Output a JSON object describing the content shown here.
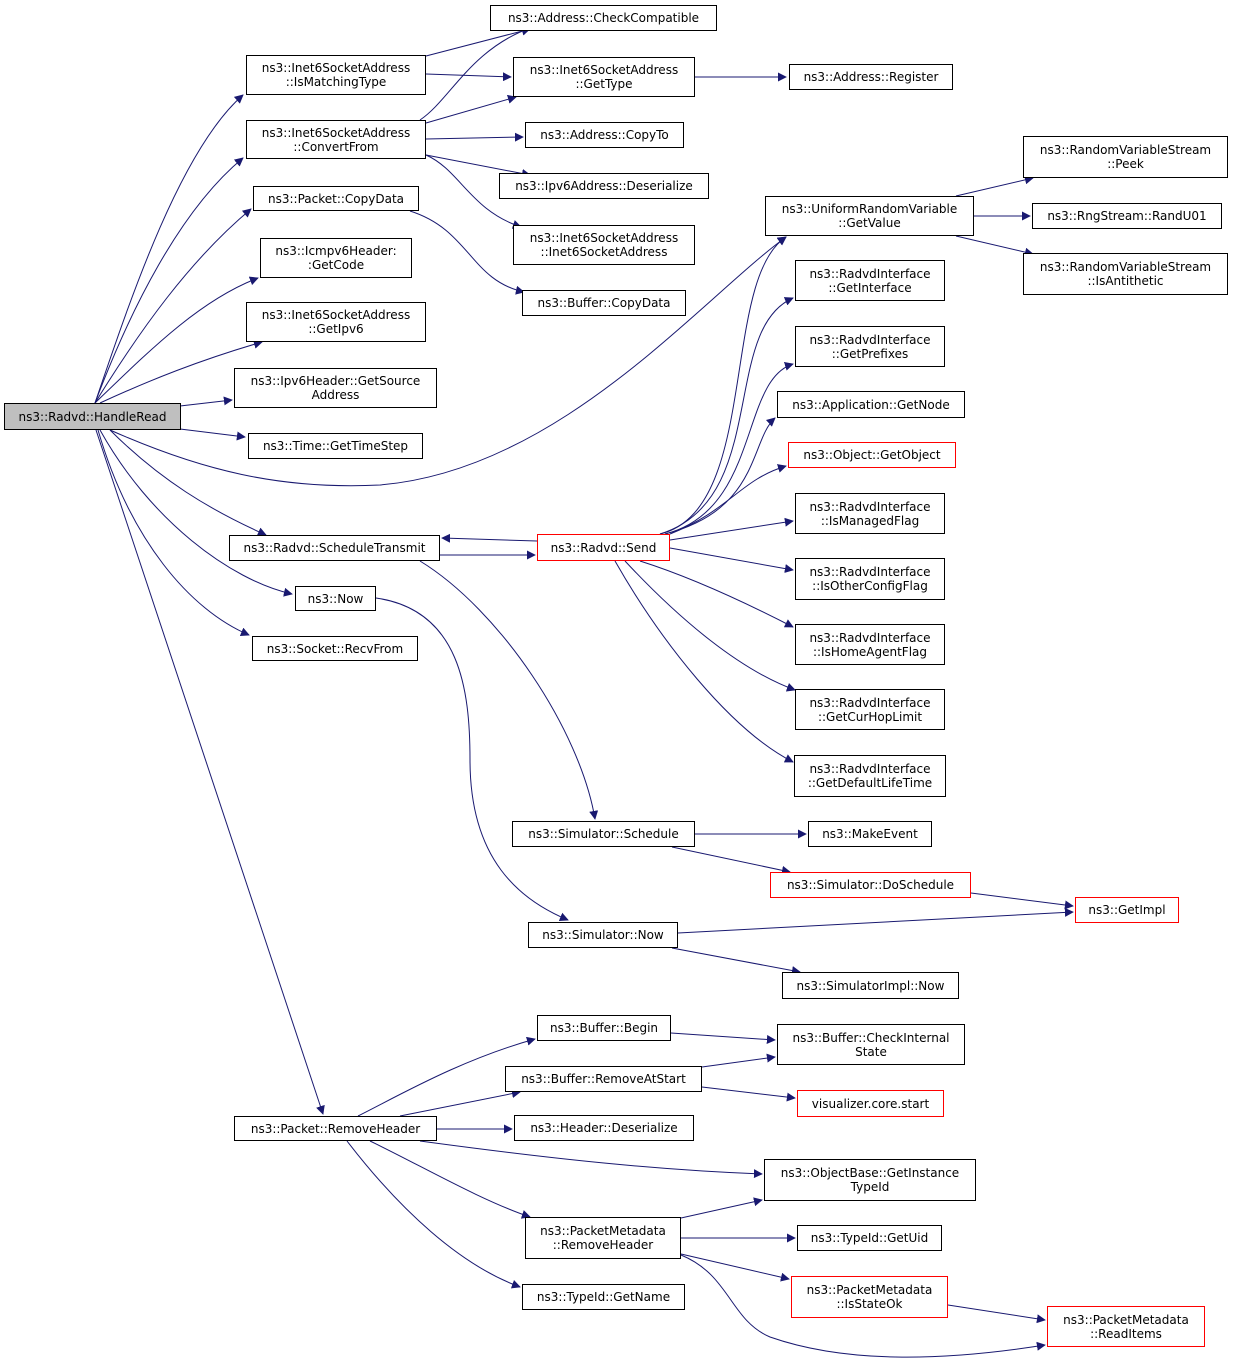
{
  "colors": {
    "edge": "#191970",
    "border": "#000000",
    "highlight_border": "#ff0000",
    "root_fill": "#bfbfbf"
  },
  "nodes": [
    {
      "id": "root",
      "lines": [
        "ns3::Radvd::HandleRead"
      ],
      "style": "root"
    },
    {
      "id": "inet_ismatch",
      "lines": [
        "ns3::Inet6SocketAddress",
        "::IsMatchingType"
      ],
      "style": "normal"
    },
    {
      "id": "inet_convert",
      "lines": [
        "ns3::Inet6SocketAddress",
        "::ConvertFrom"
      ],
      "style": "normal"
    },
    {
      "id": "pkt_copydata",
      "lines": [
        "ns3::Packet::CopyData"
      ],
      "style": "normal"
    },
    {
      "id": "icmp_getcode",
      "lines": [
        "ns3::Icmpv6Header:",
        ":GetCode"
      ],
      "style": "normal"
    },
    {
      "id": "inet_getipv6",
      "lines": [
        "ns3::Inet6SocketAddress",
        "::GetIpv6"
      ],
      "style": "normal"
    },
    {
      "id": "ipv6_getsource",
      "lines": [
        "ns3::Ipv6Header::GetSource",
        "Address"
      ],
      "style": "normal"
    },
    {
      "id": "time_step",
      "lines": [
        "ns3::Time::GetTimeStep"
      ],
      "style": "normal"
    },
    {
      "id": "sched_transmit",
      "lines": [
        "ns3::Radvd::ScheduleTransmit"
      ],
      "style": "normal"
    },
    {
      "id": "now",
      "lines": [
        "ns3::Now"
      ],
      "style": "normal"
    },
    {
      "id": "sock_recvfrom",
      "lines": [
        "ns3::Socket::RecvFrom"
      ],
      "style": "normal"
    },
    {
      "id": "pkt_removeheader",
      "lines": [
        "ns3::Packet::RemoveHeader"
      ],
      "style": "normal"
    },
    {
      "id": "addr_checkcompat",
      "lines": [
        "ns3::Address::CheckCompatible"
      ],
      "style": "normal"
    },
    {
      "id": "inet_gettype",
      "lines": [
        "ns3::Inet6SocketAddress",
        "::GetType"
      ],
      "style": "normal"
    },
    {
      "id": "addr_register",
      "lines": [
        "ns3::Address::Register"
      ],
      "style": "normal"
    },
    {
      "id": "addr_copyto",
      "lines": [
        "ns3::Address::CopyTo"
      ],
      "style": "normal"
    },
    {
      "id": "ipv6addr_deser",
      "lines": [
        "ns3::Ipv6Address::Deserialize"
      ],
      "style": "normal"
    },
    {
      "id": "inet_ctor",
      "lines": [
        "ns3::Inet6SocketAddress",
        "::Inet6SocketAddress"
      ],
      "style": "normal"
    },
    {
      "id": "buf_copydata",
      "lines": [
        "ns3::Buffer::CopyData"
      ],
      "style": "normal"
    },
    {
      "id": "urv_getvalue",
      "lines": [
        "ns3::UniformRandomVariable",
        "::GetValue"
      ],
      "style": "normal"
    },
    {
      "id": "rvs_peek",
      "lines": [
        "ns3::RandomVariableStream",
        "::Peek"
      ],
      "style": "normal"
    },
    {
      "id": "rng_randu01",
      "lines": [
        "ns3::RngStream::RandU01"
      ],
      "style": "normal"
    },
    {
      "id": "rvs_isanti",
      "lines": [
        "ns3::RandomVariableStream",
        "::IsAntithetic"
      ],
      "style": "normal"
    },
    {
      "id": "ri_getiface",
      "lines": [
        "ns3::RadvdInterface",
        "::GetInterface"
      ],
      "style": "normal"
    },
    {
      "id": "ri_getprefixes",
      "lines": [
        "ns3::RadvdInterface",
        "::GetPrefixes"
      ],
      "style": "normal"
    },
    {
      "id": "app_getnode",
      "lines": [
        "ns3::Application::GetNode"
      ],
      "style": "normal"
    },
    {
      "id": "obj_getobject",
      "lines": [
        "ns3::Object::GetObject"
      ],
      "style": "red"
    },
    {
      "id": "ri_managed",
      "lines": [
        "ns3::RadvdInterface",
        "::IsManagedFlag"
      ],
      "style": "normal"
    },
    {
      "id": "ri_otherconfig",
      "lines": [
        "ns3::RadvdInterface",
        "::IsOtherConfigFlag"
      ],
      "style": "normal"
    },
    {
      "id": "ri_homeagent",
      "lines": [
        "ns3::RadvdInterface",
        "::IsHomeAgentFlag"
      ],
      "style": "normal"
    },
    {
      "id": "ri_curhop",
      "lines": [
        "ns3::RadvdInterface",
        "::GetCurHopLimit"
      ],
      "style": "normal"
    },
    {
      "id": "ri_deflife",
      "lines": [
        "ns3::RadvdInterface",
        "::GetDefaultLifeTime"
      ],
      "style": "normal"
    },
    {
      "id": "radvd_send",
      "lines": [
        "ns3::Radvd::Send"
      ],
      "style": "red"
    },
    {
      "id": "sim_schedule",
      "lines": [
        "ns3::Simulator::Schedule"
      ],
      "style": "normal"
    },
    {
      "id": "makeevent",
      "lines": [
        "ns3::MakeEvent"
      ],
      "style": "normal"
    },
    {
      "id": "sim_doschedule",
      "lines": [
        "ns3::Simulator::DoSchedule"
      ],
      "style": "red"
    },
    {
      "id": "getimpl",
      "lines": [
        "ns3::GetImpl"
      ],
      "style": "red"
    },
    {
      "id": "sim_now",
      "lines": [
        "ns3::Simulator::Now"
      ],
      "style": "normal"
    },
    {
      "id": "simimpl_now",
      "lines": [
        "ns3::SimulatorImpl::Now"
      ],
      "style": "normal"
    },
    {
      "id": "buf_begin",
      "lines": [
        "ns3::Buffer::Begin"
      ],
      "style": "normal"
    },
    {
      "id": "buf_checkint",
      "lines": [
        "ns3::Buffer::CheckInternal",
        "State"
      ],
      "style": "normal"
    },
    {
      "id": "buf_removeatstart",
      "lines": [
        "ns3::Buffer::RemoveAtStart"
      ],
      "style": "normal"
    },
    {
      "id": "vis_start",
      "lines": [
        "visualizer.core.start"
      ],
      "style": "red"
    },
    {
      "id": "hdr_deser",
      "lines": [
        "ns3::Header::Deserialize"
      ],
      "style": "normal"
    },
    {
      "id": "ob_getinst",
      "lines": [
        "ns3::ObjectBase::GetInstance",
        "TypeId"
      ],
      "style": "normal"
    },
    {
      "id": "pm_removeheader",
      "lines": [
        "ns3::PacketMetadata",
        "::RemoveHeader"
      ],
      "style": "normal"
    },
    {
      "id": "typeid_getuid",
      "lines": [
        "ns3::TypeId::GetUid"
      ],
      "style": "normal"
    },
    {
      "id": "pm_isstateok",
      "lines": [
        "ns3::PacketMetadata",
        "::IsStateOk"
      ],
      "style": "red"
    },
    {
      "id": "typeid_getname",
      "lines": [
        "ns3::TypeId::GetName"
      ],
      "style": "normal"
    },
    {
      "id": "pm_readitems",
      "lines": [
        "ns3::PacketMetadata",
        "::ReadItems"
      ],
      "style": "red"
    }
  ]
}
